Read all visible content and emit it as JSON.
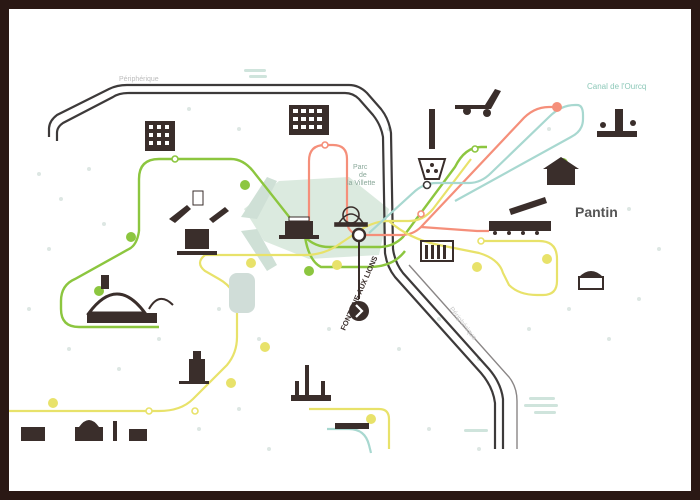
{
  "map": {
    "labels": {
      "peripherique": "Périphérique",
      "canal": "Canal de l'Ourcq",
      "parc_line1": "Parc",
      "parc_line2": "de",
      "parc_line3": "la Villette",
      "pantin": "Pantin",
      "lower_road": "Périphérique",
      "station": "FONTAINE AUX LIONS"
    },
    "routes": [
      {
        "color": "#8cc63f"
      },
      {
        "color": "#f58f7a"
      },
      {
        "color": "#e8e26a"
      },
      {
        "color": "#a8d8d0"
      }
    ],
    "colors": {
      "road": "#3d3a3a",
      "icon": "#3a2e2b",
      "park": "#d7e8dc",
      "decor": "#cfe4dc"
    },
    "icons": [
      "station-marker-icon",
      "arrow-right-icon",
      "building-icon",
      "factory-icon",
      "fountain-icon",
      "tree-icon"
    ]
  }
}
